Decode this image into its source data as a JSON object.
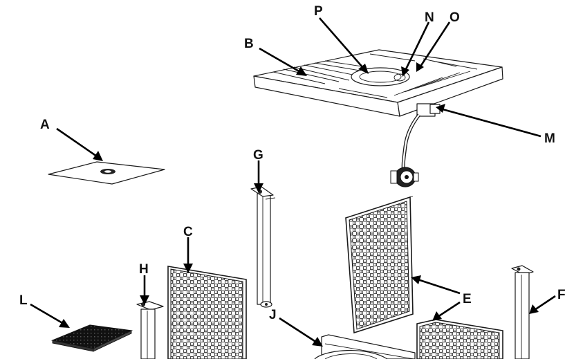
{
  "labels": {
    "A": "A",
    "B": "B",
    "C": "C",
    "E": "E",
    "F": "F",
    "G": "G",
    "H": "H",
    "J": "J",
    "L": "L",
    "M": "M",
    "N": "N",
    "O": "O",
    "P": "P"
  }
}
